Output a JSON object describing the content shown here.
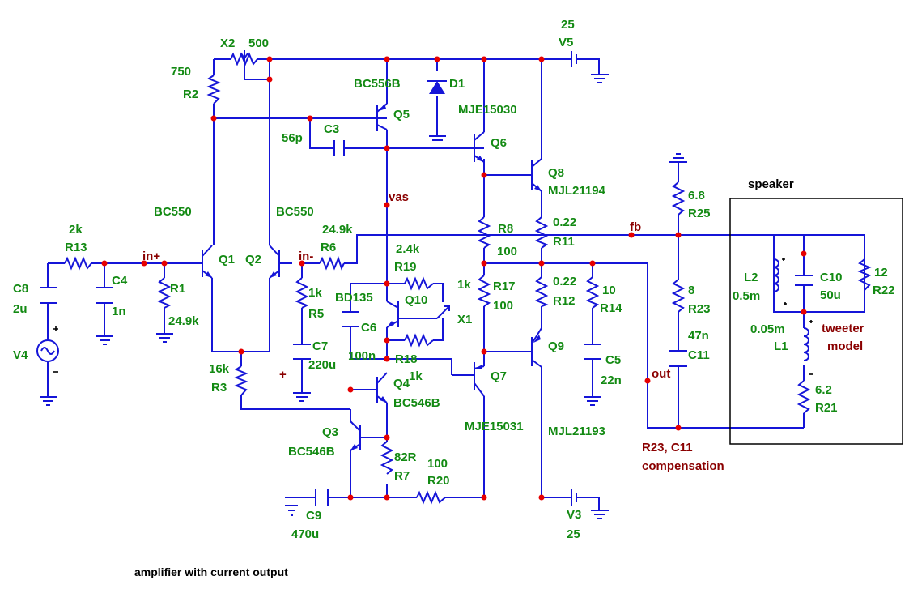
{
  "caption": "amplifier with current output",
  "colors": {
    "wire": "#1515d8",
    "component_label": "#138a13",
    "net_label": "#8a0000",
    "node": "#e60000",
    "text": "#000000"
  },
  "nets": {
    "vas": "vas",
    "fb": "fb",
    "in_plus": "in+",
    "in_minus": "in-",
    "out": "out"
  },
  "notes": {
    "comp_line1": "R23, C11",
    "comp_line2": "compensation",
    "tweeter_line1": "tweeter",
    "tweeter_line2": "model",
    "speaker": "speaker"
  },
  "sources": {
    "V5": {
      "ref": "V5",
      "value": "25"
    },
    "V3": {
      "ref": "V3",
      "value": "25"
    },
    "V4": {
      "ref": "V4"
    },
    "D1": {
      "ref": "D1"
    },
    "X1": {
      "ref": "X1"
    },
    "X2": {
      "ref": "X2",
      "value": "500"
    }
  },
  "transistors": {
    "Q1": {
      "ref": "Q1",
      "part": "BC550"
    },
    "Q2": {
      "ref": "Q2",
      "part": "BC550"
    },
    "Q3": {
      "ref": "Q3",
      "part": "BC546B"
    },
    "Q4": {
      "ref": "Q4",
      "part": "BC546B"
    },
    "Q5": {
      "ref": "Q5",
      "part": "BC556B"
    },
    "Q6": {
      "ref": "Q6",
      "part": "MJE15030"
    },
    "Q7": {
      "ref": "Q7",
      "part": "MJE15031"
    },
    "Q8": {
      "ref": "Q8",
      "part": "MJL21194"
    },
    "Q9": {
      "ref": "Q9",
      "part": "MJL21193"
    },
    "Q10": {
      "ref": "Q10",
      "part": "BD135"
    }
  },
  "resistors": {
    "R1": {
      "ref": "R1",
      "value": "24.9k"
    },
    "R2": {
      "ref": "R2",
      "value": "750"
    },
    "R3": {
      "ref": "R3",
      "value": "16k"
    },
    "R5": {
      "ref": "R5",
      "value": "1k"
    },
    "R6": {
      "ref": "R6",
      "value": "24.9k"
    },
    "R7": {
      "ref": "R7",
      "value": "82R"
    },
    "R8": {
      "ref": "R8",
      "value": "100"
    },
    "R11": {
      "ref": "R11",
      "value": "0.22"
    },
    "R12": {
      "ref": "R12",
      "value": "0.22"
    },
    "R13": {
      "ref": "R13",
      "value": "2k"
    },
    "R14": {
      "ref": "R14",
      "value": "10"
    },
    "R17": {
      "ref": "R17",
      "value": "100"
    },
    "R17_extra": "1k",
    "R18": {
      "ref": "R18",
      "value": "1k"
    },
    "R19": {
      "ref": "R19",
      "value": "2.4k"
    },
    "R20": {
      "ref": "R20",
      "value": "100"
    },
    "R21": {
      "ref": "R21",
      "value": "6.2"
    },
    "R22": {
      "ref": "R22",
      "value": "12"
    },
    "R23": {
      "ref": "R23",
      "value": "8"
    },
    "R25": {
      "ref": "R25",
      "value": "6.8"
    }
  },
  "capacitors": {
    "C3": {
      "ref": "C3",
      "value": "56p"
    },
    "C4": {
      "ref": "C4",
      "value": "1n"
    },
    "C5": {
      "ref": "C5",
      "value": "22n"
    },
    "C6": {
      "ref": "C6",
      "value": "100n"
    },
    "C7": {
      "ref": "C7",
      "value": "220u"
    },
    "C8": {
      "ref": "C8",
      "value": "2u"
    },
    "C9": {
      "ref": "C9",
      "value": "470u"
    },
    "C10": {
      "ref": "C10",
      "value": "50u"
    },
    "C11": {
      "ref": "C11",
      "value": "47n"
    }
  },
  "inductors": {
    "L1": {
      "ref": "L1",
      "value": "0.05m"
    },
    "L2": {
      "ref": "L2",
      "value": "0.5m"
    }
  }
}
